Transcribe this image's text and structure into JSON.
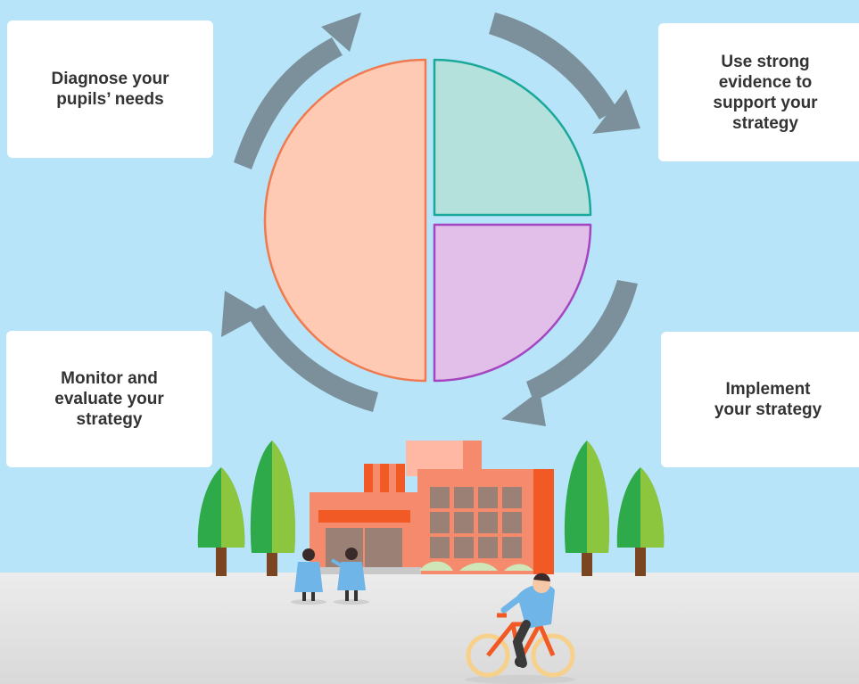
{
  "steps": [
    {
      "id": 1,
      "label": "Diagnose your\npupils’ needs"
    },
    {
      "id": 2,
      "label": "Use strong\nevidence to\nsupport your\nstrategy"
    },
    {
      "id": 3,
      "label": "Implement\nyour strategy"
    },
    {
      "id": 4,
      "label": "Monitor and\nevaluate your\nstrategy"
    }
  ],
  "colors": {
    "sky": "#b7e4f8",
    "ground": "#e3e3e3",
    "arrow": "#7b909b",
    "half_fill": "#ffcab3",
    "half_stroke": "#f07a4f",
    "quarter_top_fill": "#b5e1dd",
    "quarter_top_stroke": "#1aa89a",
    "quarter_bottom_fill": "#e1bfe8",
    "quarter_bottom_stroke": "#a546c0",
    "tree_light": "#8cc63f",
    "tree_dark": "#2eaa4a",
    "trunk": "#7a4520",
    "building": "#f58a6c",
    "building_dark": "#f15a24",
    "window": "#9b8076"
  },
  "icons": [
    "cycle-arrow-icon",
    "tree-icon",
    "school-building-icon",
    "pupil-icon",
    "cyclist-icon"
  ]
}
